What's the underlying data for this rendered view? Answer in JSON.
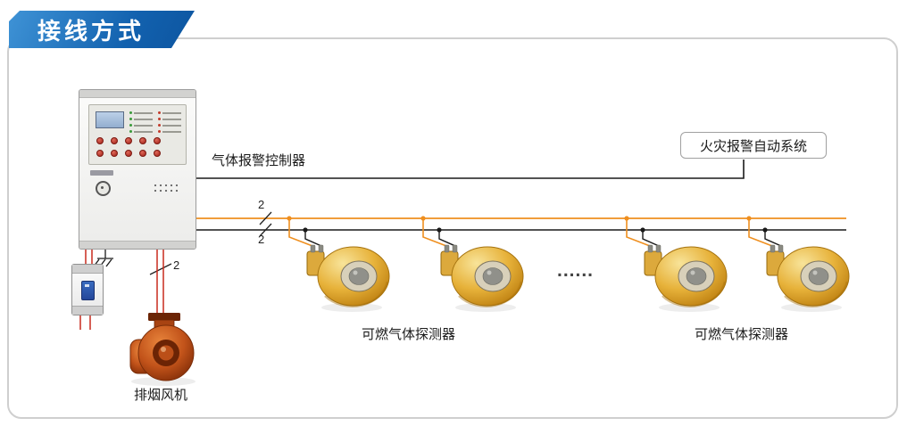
{
  "title": "接线方式",
  "devices": {
    "controller": {
      "label": "气体报警控制器"
    },
    "fire_alarm_system": {
      "label": "火灾报警自动系统"
    },
    "detector_group_left": {
      "label": "可燃气体探测器"
    },
    "detector_group_right": {
      "label": "可燃气体探测器"
    },
    "exhaust_fan": {
      "label": "排烟风机"
    }
  },
  "annotations": {
    "ellipsis": "......",
    "wire_core_count_bus_top": "2",
    "wire_core_count_bus_bottom": "2",
    "wire_core_count_fan": "2"
  },
  "colors": {
    "banner_blue": "#1261ae",
    "frame_border": "#cfcfcf",
    "wire_orange": "#ef8f1f",
    "wire_black": "#1a1a1a",
    "wire_red": "#c92a1e",
    "detector_body": "#e7b23a",
    "fan_body": "#c2531a"
  }
}
